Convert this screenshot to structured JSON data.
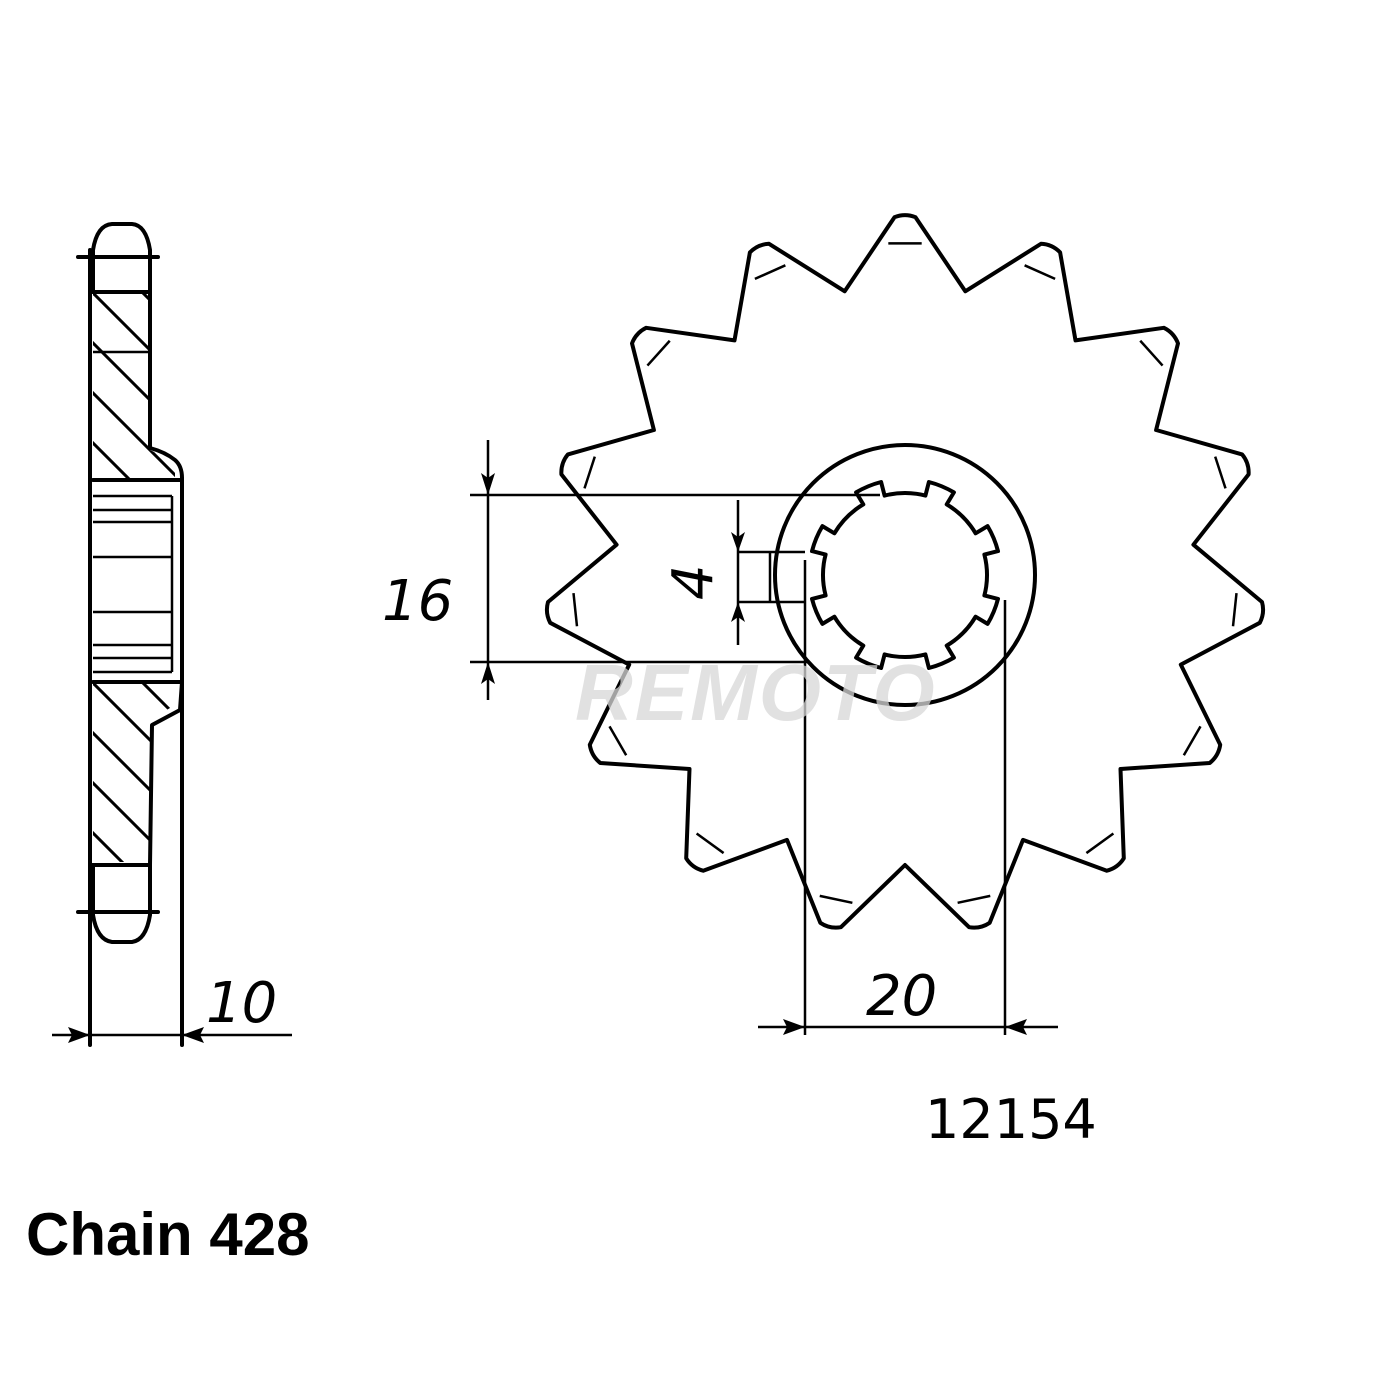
{
  "diagram": {
    "type": "technical-drawing",
    "subject": "front sprocket",
    "teeth_count": 15,
    "views": [
      "side-section-view",
      "front-view"
    ]
  },
  "dimensions": {
    "width_label": "10",
    "spline_diameter_label": "20",
    "inner_span_label": "16",
    "spline_width_label": "4"
  },
  "labels": {
    "part_number": "12154",
    "chain": "Chain 428",
    "watermark": "REMOTO"
  },
  "colors": {
    "line": "#000000",
    "background": "#ffffff",
    "watermark": "#d8d8d8"
  }
}
